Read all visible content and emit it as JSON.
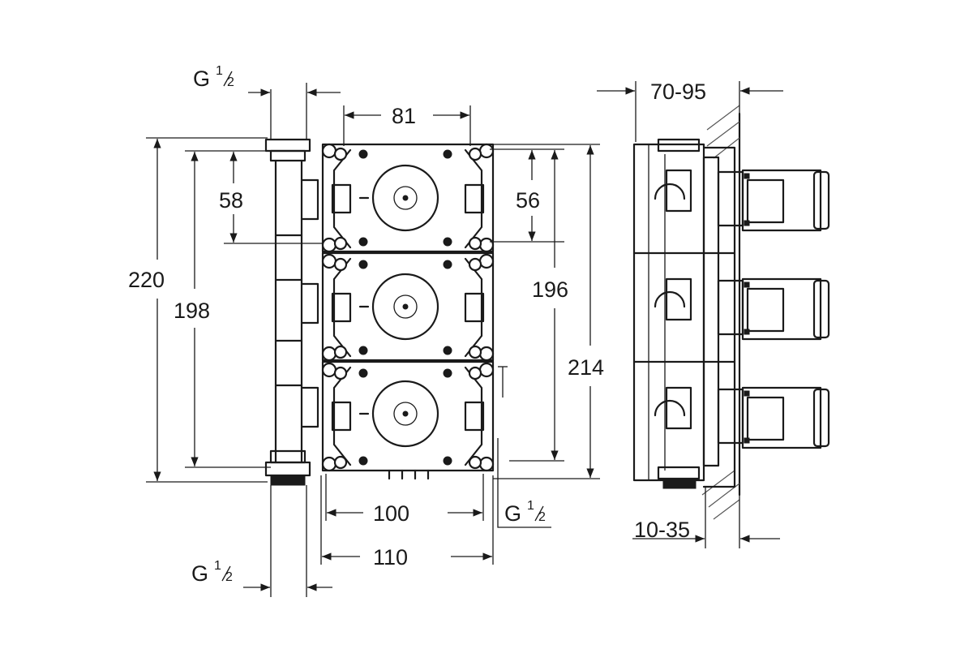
{
  "dimensions": {
    "top_left_thread": {
      "g": "G",
      "num": "1",
      "den": "2"
    },
    "top_width": "81",
    "side_depth": "70-95",
    "left_outer_height": "220",
    "left_inner_height": "198",
    "module_pitch_left": "58",
    "module_pitch_right": "56",
    "right_inner_height": "196",
    "right_outer_height": "214",
    "bottom_inner_width": "100",
    "bottom_outer_width": "110",
    "bottom_right_thread": {
      "g": "G",
      "num": "1",
      "den": "2"
    },
    "bottom_left_thread": {
      "g": "G",
      "num": "1",
      "den": "2"
    },
    "wall_offset": "10-35"
  }
}
